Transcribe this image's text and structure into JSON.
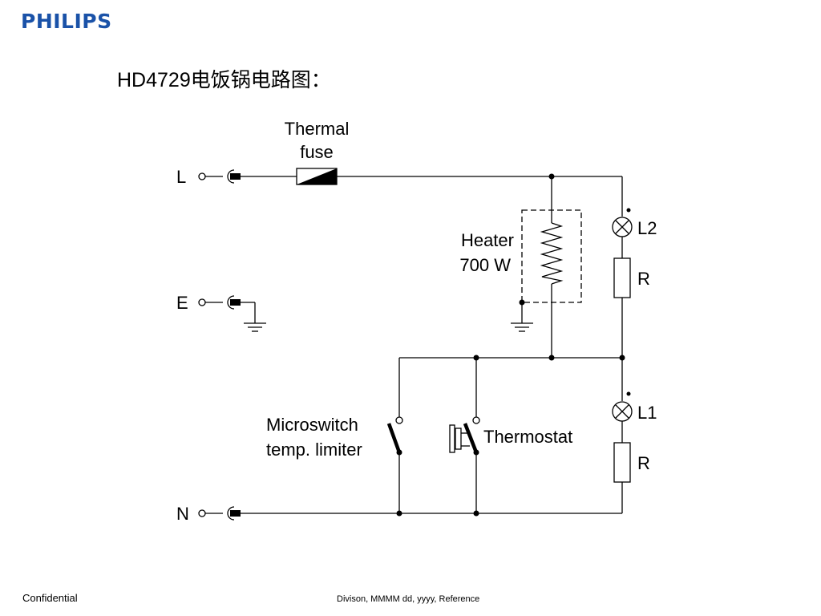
{
  "header": {
    "logo": "PHILIPS",
    "title": "HD4729电饭锅电路图："
  },
  "diagram": {
    "terminals": {
      "live": "L",
      "earth": "E",
      "neutral": "N"
    },
    "fuse_label": [
      "Thermal",
      "fuse"
    ],
    "heater_label": [
      "Heater",
      "700 W"
    ],
    "lamp2_label": "L2",
    "lamp1_label": "L1",
    "resistor2_label": "R",
    "resistor1_label": "R",
    "microswitch_label": [
      "Microswitch",
      "temp. limiter"
    ],
    "thermostat_label": "Thermostat"
  },
  "footer": {
    "left": "Confidential",
    "center": "Divison, MMMM dd, yyyy, Reference"
  }
}
